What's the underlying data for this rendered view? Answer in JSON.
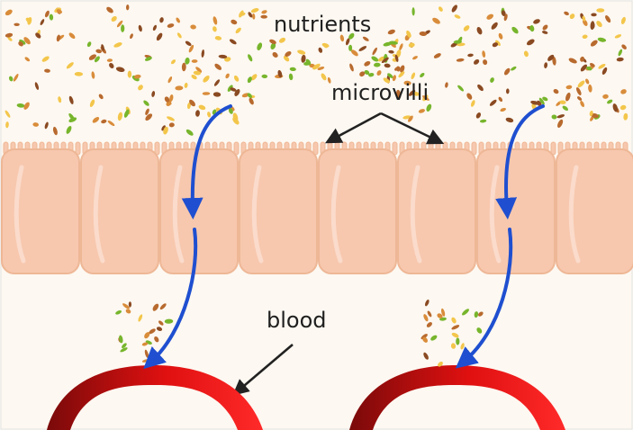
{
  "labels": {
    "nutrients": "nutrients",
    "microvilli": "microvilli",
    "blood": "blood"
  },
  "colors": {
    "background": "#fdf8f1",
    "cell_fill": "#f7c8ae",
    "cell_border": "#eeb796",
    "flow_arrow": "#1f4fd0",
    "pointer_arrow": "#222222",
    "vessel_dark": "#7a0a0a",
    "vessel_bright": "#ff1a1a",
    "nutrient_particles": [
      "#b86a2e",
      "#8a4a22",
      "#77b52c",
      "#f3c64b",
      "#d98c3a"
    ]
  },
  "icons": {
    "absorption_arrows": "blue-curved-down-arrow",
    "pointer_arrows": "black-arrow",
    "blood_vessels": "red-arc-vessel",
    "nutrients": "seed-particle"
  }
}
